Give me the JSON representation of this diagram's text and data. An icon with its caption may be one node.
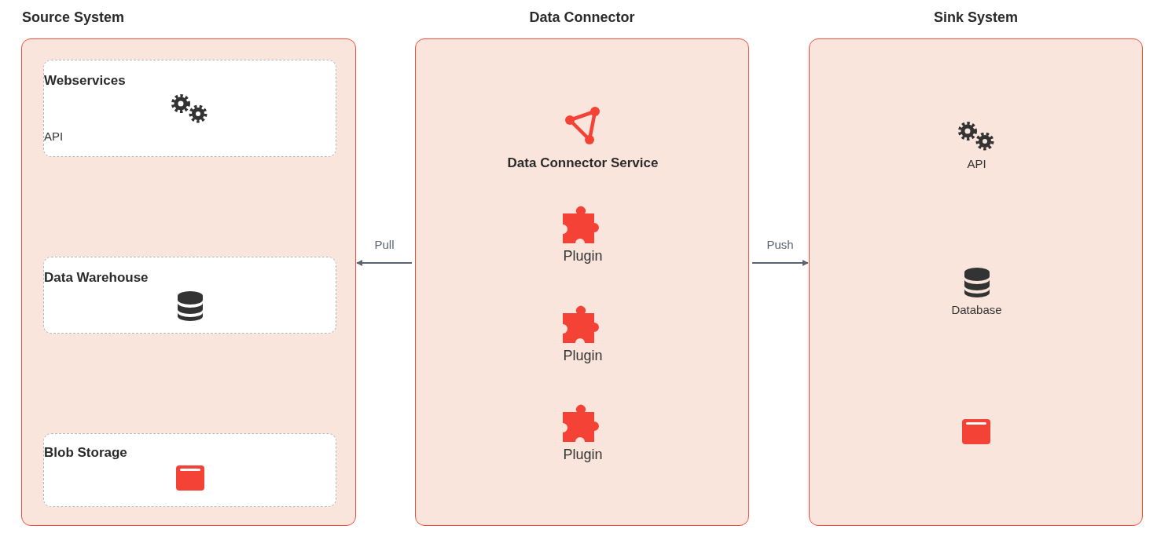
{
  "diagram": {
    "nodes": [
      {
        "text": [
          "Source System"
        ]
      },
      {
        "text": [
          "Webservices",
          "API"
        ],
        "in": 0
      },
      {
        "text": [
          "Data Warehouse"
        ],
        "in": 0
      },
      {
        "text": [
          "Blob Storage"
        ],
        "in": 0
      },
      {
        "text": [
          "Data Connector"
        ]
      },
      {
        "text": [
          "Data Connector Service"
        ],
        "in": 4
      },
      {
        "text": [
          "Plugin"
        ],
        "in": 4
      },
      {
        "text": [
          "Plugin"
        ],
        "in": 4
      },
      {
        "text": [
          "Plugin"
        ],
        "in": 4
      },
      {
        "text": [
          "Sink System"
        ]
      },
      {
        "text": [
          "API"
        ],
        "in": 9
      },
      {
        "text": [
          "Database"
        ],
        "in": 9
      },
      {
        "text": [],
        "shape": "box",
        "in": 9
      }
    ],
    "edges": [
      {
        "from": 4,
        "to": 0,
        "arrow": "to",
        "label": "Pull"
      },
      {
        "from": 4,
        "to": 9,
        "arrow": "to",
        "label": "Push"
      }
    ]
  }
}
